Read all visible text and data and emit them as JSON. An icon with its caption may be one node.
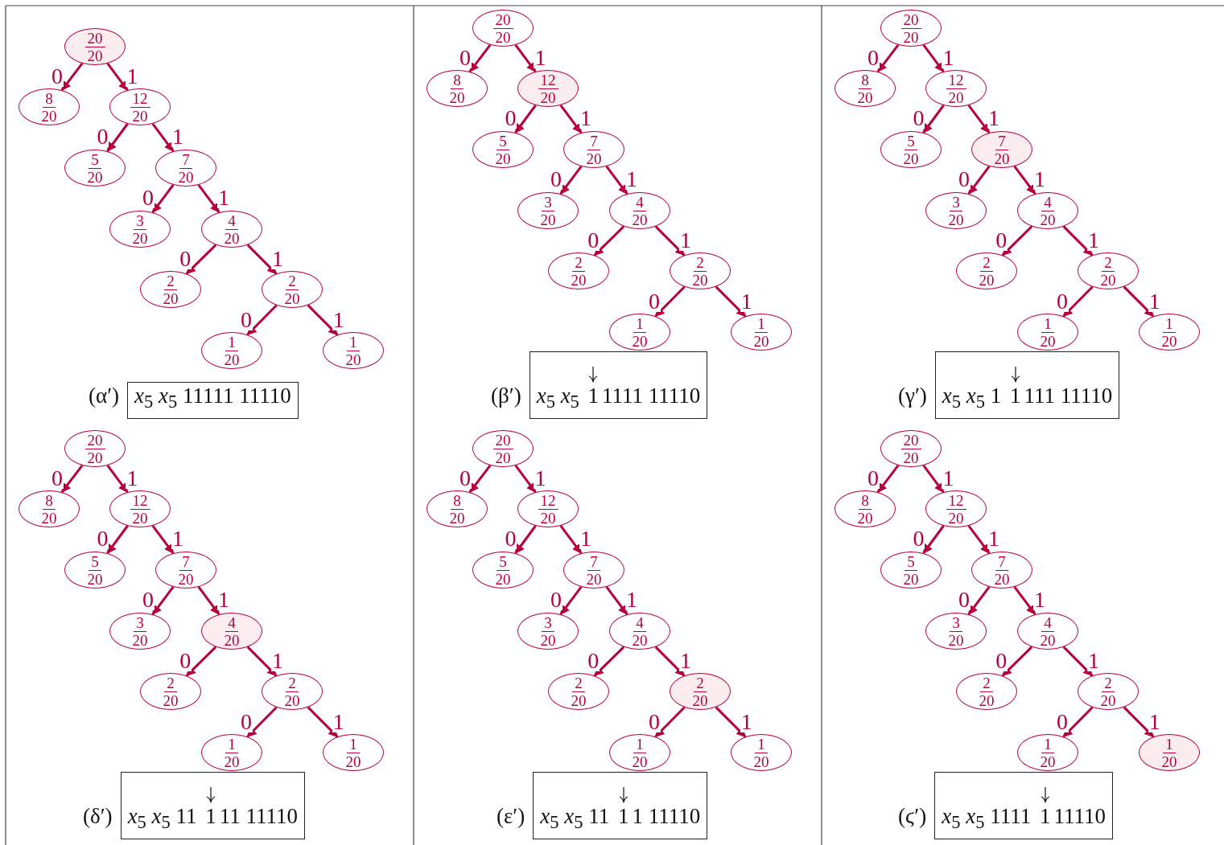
{
  "diagram": {
    "nodes": [
      {
        "text": [
          "20",
          "20"
        ]
      },
      {
        "text": [
          "8",
          "20"
        ]
      },
      {
        "text": [
          "12",
          "20"
        ]
      },
      {
        "text": [
          "5",
          "20"
        ]
      },
      {
        "text": [
          "7",
          "20"
        ]
      },
      {
        "text": [
          "3",
          "20"
        ]
      },
      {
        "text": [
          "4",
          "20"
        ]
      },
      {
        "text": [
          "2",
          "20"
        ]
      },
      {
        "text": [
          "2",
          "20"
        ]
      },
      {
        "text": [
          "1",
          "20"
        ]
      },
      {
        "text": [
          "1",
          "20"
        ]
      },
      {
        "text": [
          "*x*$_{5}$ *x*$_{5}$ 11111 11110"
        ],
        "beside": [
          "(α′)"
        ]
      },
      {
        "text": [
          "20",
          "20"
        ]
      },
      {
        "text": [
          "8",
          "20"
        ]
      },
      {
        "text": [
          "12",
          "20"
        ]
      },
      {
        "text": [
          "5",
          "20"
        ]
      },
      {
        "text": [
          "7",
          "20"
        ]
      },
      {
        "text": [
          "3",
          "20"
        ]
      },
      {
        "text": [
          "4",
          "20"
        ]
      },
      {
        "text": [
          "2",
          "20"
        ]
      },
      {
        "text": [
          "2",
          "20"
        ]
      },
      {
        "text": [
          "1",
          "20"
        ]
      },
      {
        "text": [
          "1",
          "20"
        ]
      },
      {
        "text": [
          "*x*$_{5}$ *x*$_{5}$",
          "1",
          "1111 11110"
        ],
        "beside": [
          "(β′)"
        ]
      },
      {
        "text": [
          "20",
          "20"
        ]
      },
      {
        "text": [
          "8",
          "20"
        ]
      },
      {
        "text": [
          "12",
          "20"
        ]
      },
      {
        "text": [
          "5",
          "20"
        ]
      },
      {
        "text": [
          "7",
          "20"
        ]
      },
      {
        "text": [
          "3",
          "20"
        ]
      },
      {
        "text": [
          "4",
          "20"
        ]
      },
      {
        "text": [
          "2",
          "20"
        ]
      },
      {
        "text": [
          "2",
          "20"
        ]
      },
      {
        "text": [
          "1",
          "20"
        ]
      },
      {
        "text": [
          "1",
          "20"
        ]
      },
      {
        "text": [
          "*x*$_{5}$ *x*$_{5}$ 1",
          "1",
          "111 11110"
        ],
        "beside": [
          "(γ′)"
        ]
      },
      {
        "text": [
          "20",
          "20"
        ]
      },
      {
        "text": [
          "8",
          "20"
        ]
      },
      {
        "text": [
          "12",
          "20"
        ]
      },
      {
        "text": [
          "5",
          "20"
        ]
      },
      {
        "text": [
          "7",
          "20"
        ]
      },
      {
        "text": [
          "3",
          "20"
        ]
      },
      {
        "text": [
          "4",
          "20"
        ]
      },
      {
        "text": [
          "2",
          "20"
        ]
      },
      {
        "text": [
          "2",
          "20"
        ]
      },
      {
        "text": [
          "1",
          "20"
        ]
      },
      {
        "text": [
          "1",
          "20"
        ]
      },
      {
        "text": [
          "*x*$_{5}$ *x*$_{5}$ 11",
          "1",
          "11 11110"
        ],
        "beside": [
          "(δ′)"
        ]
      },
      {
        "text": [
          "20",
          "20"
        ]
      },
      {
        "text": [
          "8",
          "20"
        ]
      },
      {
        "text": [
          "12",
          "20"
        ]
      },
      {
        "text": [
          "5",
          "20"
        ]
      },
      {
        "text": [
          "7",
          "20"
        ]
      },
      {
        "text": [
          "3",
          "20"
        ]
      },
      {
        "text": [
          "4",
          "20"
        ]
      },
      {
        "text": [
          "2",
          "20"
        ]
      },
      {
        "text": [
          "2",
          "20"
        ]
      },
      {
        "text": [
          "1",
          "20"
        ]
      },
      {
        "text": [
          "1",
          "20"
        ]
      },
      {
        "text": [
          "*x*$_{5}$ *x*$_{5}$ 11",
          "1",
          "1 11110"
        ],
        "beside": [
          "(ε′)"
        ]
      },
      {
        "text": [
          "20",
          "20"
        ]
      },
      {
        "text": [
          "8",
          "20"
        ]
      },
      {
        "text": [
          "12",
          "20"
        ]
      },
      {
        "text": [
          "5",
          "20"
        ]
      },
      {
        "text": [
          "7",
          "20"
        ]
      },
      {
        "text": [
          "3",
          "20"
        ]
      },
      {
        "text": [
          "4",
          "20"
        ]
      },
      {
        "text": [
          "2",
          "20"
        ]
      },
      {
        "text": [
          "2",
          "20"
        ]
      },
      {
        "text": [
          "1",
          "20"
        ]
      },
      {
        "text": [
          "1",
          "20"
        ]
      },
      {
        "text": [
          "*x*$_{5}$ *x*$_{5}$ 1111",
          "1",
          "11110"
        ],
        "beside": [
          "(ϛ′)"
        ]
      }
    ],
    "edges": [
      {
        "from": 0,
        "to": 1,
        "arrow": "to",
        "label": "0"
      },
      {
        "from": 0,
        "to": 2,
        "arrow": "to",
        "label": "1"
      },
      {
        "from": 2,
        "to": 3,
        "arrow": "to",
        "label": "0"
      },
      {
        "from": 2,
        "to": 4,
        "arrow": "to",
        "label": "1"
      },
      {
        "from": 4,
        "to": 5,
        "arrow": "to",
        "label": "0"
      },
      {
        "from": 4,
        "to": 6,
        "arrow": "to",
        "label": "1"
      },
      {
        "from": 6,
        "to": 7,
        "arrow": "to",
        "label": "0"
      },
      {
        "from": 6,
        "to": 8,
        "arrow": "to",
        "label": "1"
      },
      {
        "from": 8,
        "to": 9,
        "arrow": "to",
        "label": "0"
      },
      {
        "from": 8,
        "to": 10,
        "arrow": "to",
        "label": "1"
      },
      {
        "from": 12,
        "to": 13,
        "arrow": "to",
        "label": "0"
      },
      {
        "from": 12,
        "to": 14,
        "arrow": "to",
        "label": "1"
      },
      {
        "from": 14,
        "to": 15,
        "arrow": "to",
        "label": "0"
      },
      {
        "from": 14,
        "to": 16,
        "arrow": "to",
        "label": "1"
      },
      {
        "from": 16,
        "to": 17,
        "arrow": "to",
        "label": "0"
      },
      {
        "from": 16,
        "to": 18,
        "arrow": "to",
        "label": "1"
      },
      {
        "from": 18,
        "to": 19,
        "arrow": "to",
        "label": "0"
      },
      {
        "from": 18,
        "to": 20,
        "arrow": "to",
        "label": "1"
      },
      {
        "from": 20,
        "to": 21,
        "arrow": "to",
        "label": "0"
      },
      {
        "from": 20,
        "to": 22,
        "arrow": "to",
        "label": "1"
      },
      {
        "from": 24,
        "to": 25,
        "arrow": "to",
        "label": "0"
      },
      {
        "from": 24,
        "to": 26,
        "arrow": "to",
        "label": "1"
      },
      {
        "from": 26,
        "to": 27,
        "arrow": "to",
        "label": "0"
      },
      {
        "from": 26,
        "to": 28,
        "arrow": "to",
        "label": "1"
      },
      {
        "from": 28,
        "to": 29,
        "arrow": "to",
        "label": "0"
      },
      {
        "from": 28,
        "to": 30,
        "arrow": "to",
        "label": "1"
      },
      {
        "from": 30,
        "to": 31,
        "arrow": "to",
        "label": "0"
      },
      {
        "from": 30,
        "to": 32,
        "arrow": "to",
        "label": "1"
      },
      {
        "from": 32,
        "to": 33,
        "arrow": "to",
        "label": "0"
      },
      {
        "from": 32,
        "to": 34,
        "arrow": "to",
        "label": "1"
      },
      {
        "from": 36,
        "to": 37,
        "arrow": "to",
        "label": "0"
      },
      {
        "from": 36,
        "to": 38,
        "arrow": "to",
        "label": "1"
      },
      {
        "from": 38,
        "to": 39,
        "arrow": "to",
        "label": "0"
      },
      {
        "from": 38,
        "to": 40,
        "arrow": "to",
        "label": "1"
      },
      {
        "from": 40,
        "to": 41,
        "arrow": "to",
        "label": "0"
      },
      {
        "from": 40,
        "to": 42,
        "arrow": "to",
        "label": "1"
      },
      {
        "from": 42,
        "to": 43,
        "arrow": "to",
        "label": "0"
      },
      {
        "from": 42,
        "to": 44,
        "arrow": "to",
        "label": "1"
      },
      {
        "from": 44,
        "to": 45,
        "arrow": "to",
        "label": "0"
      },
      {
        "from": 44,
        "to": 46,
        "arrow": "to",
        "label": "1"
      },
      {
        "from": 48,
        "to": 49,
        "arrow": "to",
        "label": "0"
      },
      {
        "from": 48,
        "to": 50,
        "arrow": "to",
        "label": "1"
      },
      {
        "from": 50,
        "to": 51,
        "arrow": "to",
        "label": "0"
      },
      {
        "from": 50,
        "to": 52,
        "arrow": "to",
        "label": "1"
      },
      {
        "from": 52,
        "to": 53,
        "arrow": "to",
        "label": "0"
      },
      {
        "from": 52,
        "to": 54,
        "arrow": "to",
        "label": "1"
      },
      {
        "from": 54,
        "to": 55,
        "arrow": "to",
        "label": "0"
      },
      {
        "from": 54,
        "to": 56,
        "arrow": "to",
        "label": "1"
      },
      {
        "from": 56,
        "to": 57,
        "arrow": "to",
        "label": "0"
      },
      {
        "from": 56,
        "to": 58,
        "arrow": "to",
        "label": "1"
      },
      {
        "from": 60,
        "to": 61,
        "arrow": "to",
        "label": "0"
      },
      {
        "from": 60,
        "to": 62,
        "arrow": "to",
        "label": "1"
      },
      {
        "from": 62,
        "to": 63,
        "arrow": "to",
        "label": "0"
      },
      {
        "from": 62,
        "to": 64,
        "arrow": "to",
        "label": "1"
      },
      {
        "from": 64,
        "to": 65,
        "arrow": "to",
        "label": "0"
      },
      {
        "from": 64,
        "to": 66,
        "arrow": "to",
        "label": "1"
      },
      {
        "from": 66,
        "to": 67,
        "arrow": "to",
        "label": "0"
      },
      {
        "from": 66,
        "to": 68,
        "arrow": "to",
        "label": "1"
      },
      {
        "from": 68,
        "to": 69,
        "arrow": "to",
        "label": "0"
      },
      {
        "from": 68,
        "to": 70,
        "arrow": "to",
        "label": "1"
      }
    ]
  }
}
